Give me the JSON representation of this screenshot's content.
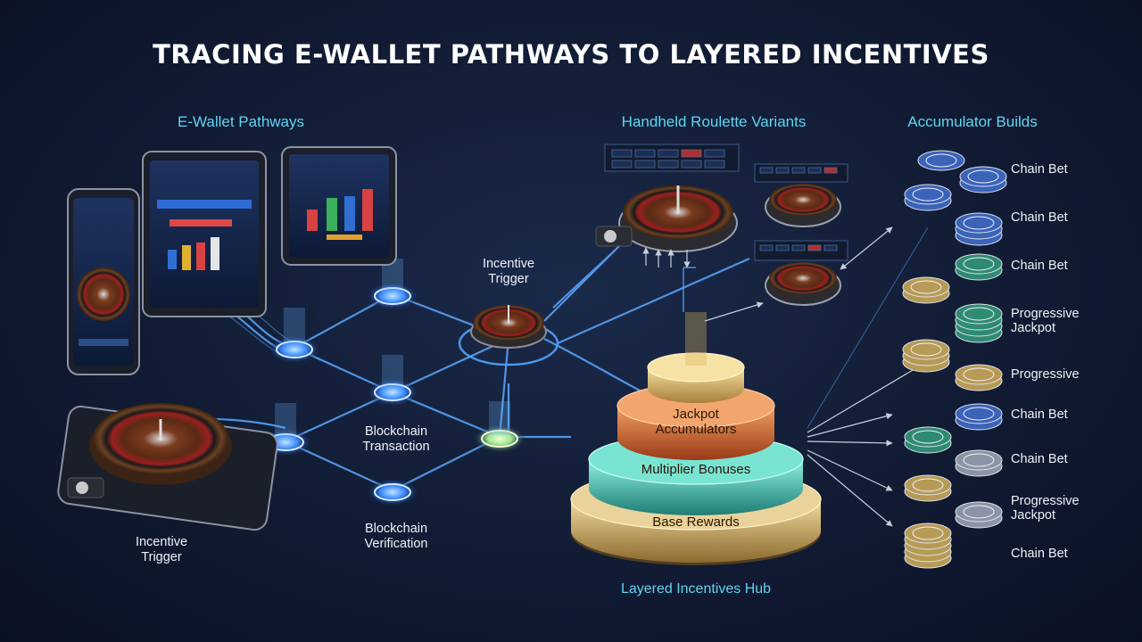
{
  "title": "TRACING E-WALLET PATHWAYS TO LAYERED INCENTIVES",
  "sections": {
    "ewallet": "E-Wallet Pathways",
    "roulette": "Handheld Roulette Variants",
    "accumulator": "Accumulator Builds"
  },
  "labels": {
    "incentive_trigger_top": "Incentive Trigger",
    "incentive_trigger_bottom": "Incentive Trigger",
    "blockchain_transaction": "Blockchain Transaction",
    "blockchain_verification": "Blockchain Verification"
  },
  "hub": {
    "tiers": [
      "Jackpot Accumulators",
      "Multiplier Bonuses",
      "Base Rewards"
    ],
    "label": "Layered Incentives Hub"
  },
  "accumulator_items": [
    "Chain Bet",
    "Chain Bet",
    "Chain Bet",
    "Progressive Jackpot",
    "Progressive",
    "Chain Bet",
    "Chain Bet",
    "Progressive Jackpot",
    "Chain Bet"
  ],
  "colors": {
    "accent_cyan": "#5fd6f2",
    "node_blue": "#3d8bff",
    "node_green": "#9be38c",
    "tier_gold": "#d9b45a",
    "tier_orange": "#d86a2e",
    "tier_teal": "#3fc9b8",
    "coin_blue": "#3b63b8",
    "coin_green": "#2f8a72",
    "coin_gold": "#b79a55",
    "coin_silver": "#8c95a6"
  }
}
